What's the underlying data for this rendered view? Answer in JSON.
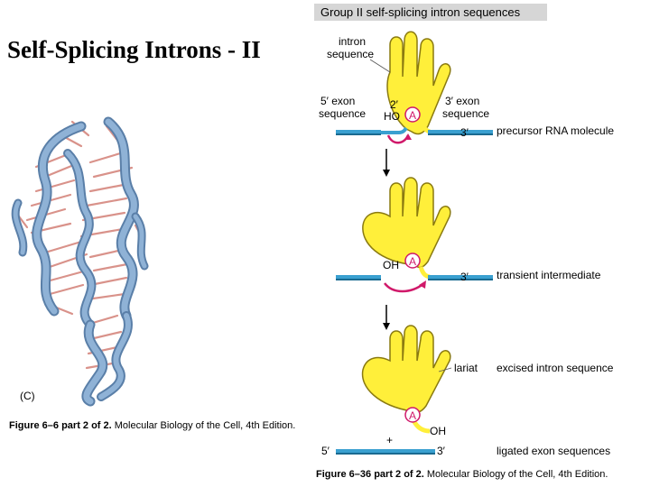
{
  "slide": {
    "title": "Self-Splicing Introns - II"
  },
  "panel": {
    "header": "Group II self-splicing intron sequences"
  },
  "left_figure": {
    "panel_label": "(C)",
    "caption_bold": "Figure 6–6 part 2 of 2.",
    "caption_rest": " Molecular Biology of the Cell, 4th Edition."
  },
  "right_figure": {
    "caption_bold": "Figure 6–36 part 2 of 2.",
    "caption_rest": " Molecular Biology of the Cell, 4th Edition."
  },
  "stage1": {
    "intron_label_1": "intron",
    "intron_label_2": "sequence",
    "exon5_label_1": "5′ exon",
    "exon5_label_2": "sequence",
    "exon3_label_1": "3′ exon",
    "exon3_label_2": "sequence",
    "two_prime": "2′",
    "ho": "HO",
    "three_prime": "3′",
    "description": "precursor RNA molecule"
  },
  "stage2": {
    "oh": "OH",
    "three_prime": "3′",
    "description": "transient intermediate"
  },
  "stage3": {
    "lariat": "lariat",
    "oh": "OH",
    "plus": "+",
    "five_prime": "5′",
    "three_prime": "3′",
    "intron_description": "excised intron sequence",
    "exon_description": "ligated exon sequences"
  },
  "adenosine": "A",
  "colors": {
    "exon": "#3aa0d0",
    "exon_dark": "#1a6a90",
    "intron_fill": "#ffef3a",
    "intron_edge": "#8a7a10",
    "arrow": "#d0196a",
    "ribbon": "#8fb2d6",
    "ribbon_edge": "#5a7fa8",
    "base_pair": "#d9928a"
  }
}
